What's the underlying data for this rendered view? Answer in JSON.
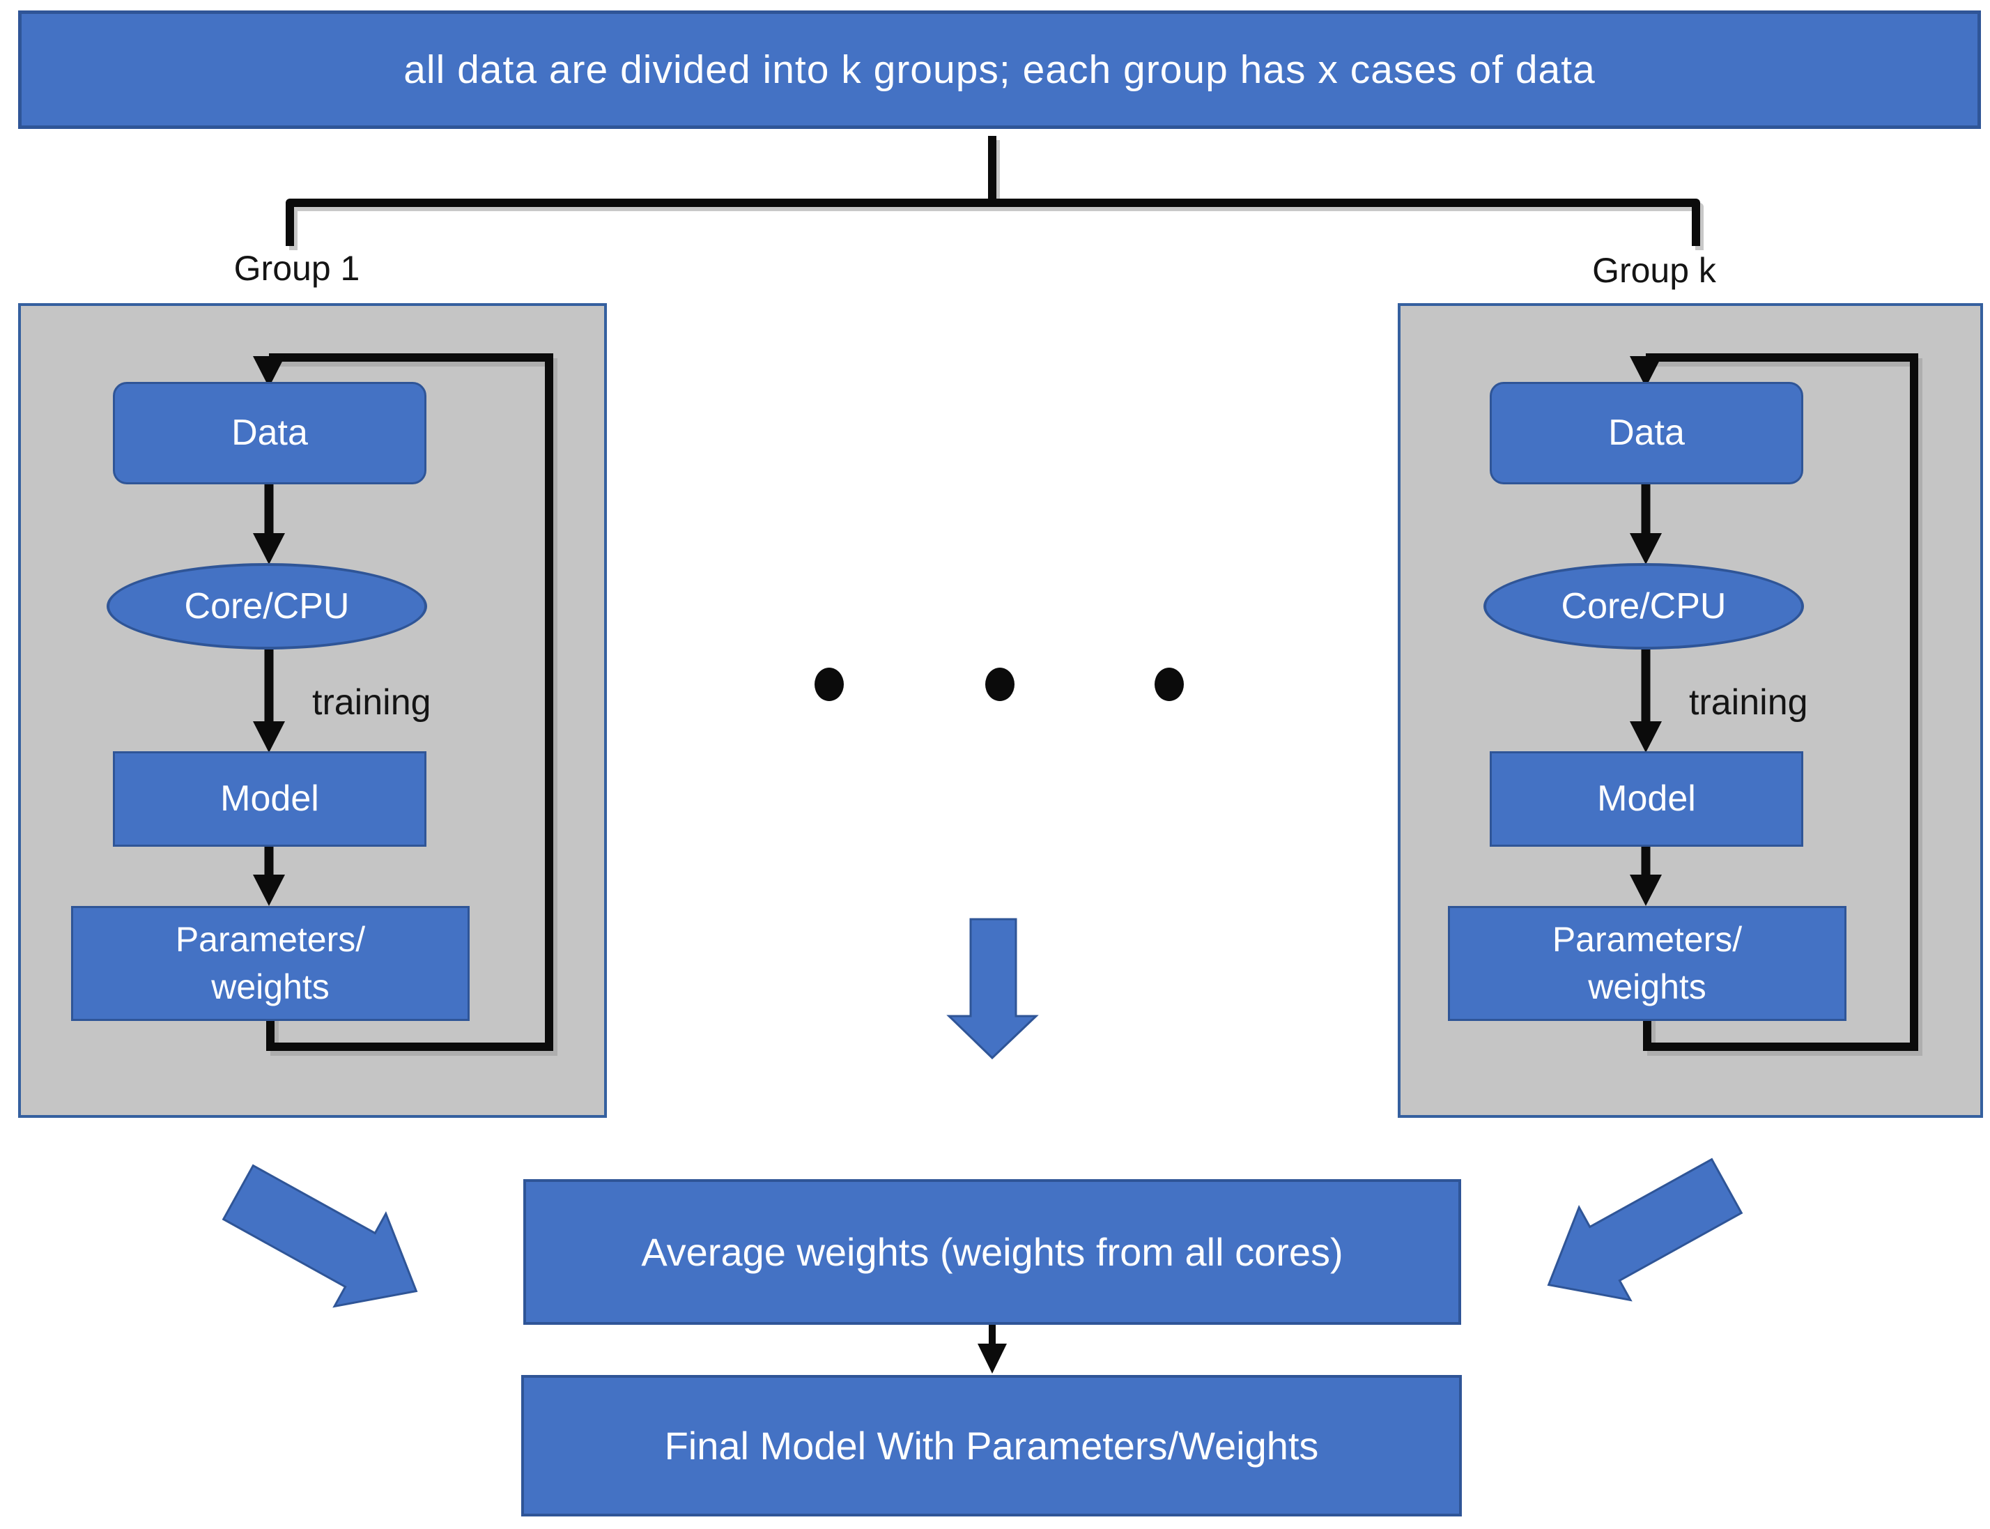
{
  "title_banner": "all data are divided into k groups; each group has x cases of data",
  "group_labels": {
    "left": "Group 1",
    "right": "Group k"
  },
  "node_labels": {
    "data": "Data",
    "core_cpu": "Core/CPU",
    "training": "training",
    "model": "Model",
    "parameters_line1": "Parameters/",
    "parameters_line2": "weights"
  },
  "bottom": {
    "average": "Average weights (weights from all cores)",
    "final": "Final Model With Parameters/Weights"
  },
  "colors": {
    "bg": "#ffffff",
    "shape_fill": "#4472C4",
    "shape_border": "#2F5597",
    "panel_fill": "#C5C5C5",
    "panel_border": "#35609F",
    "connector": "#0b0b0b",
    "text_light": "#FFFFFF",
    "text_dark": "#141414"
  }
}
